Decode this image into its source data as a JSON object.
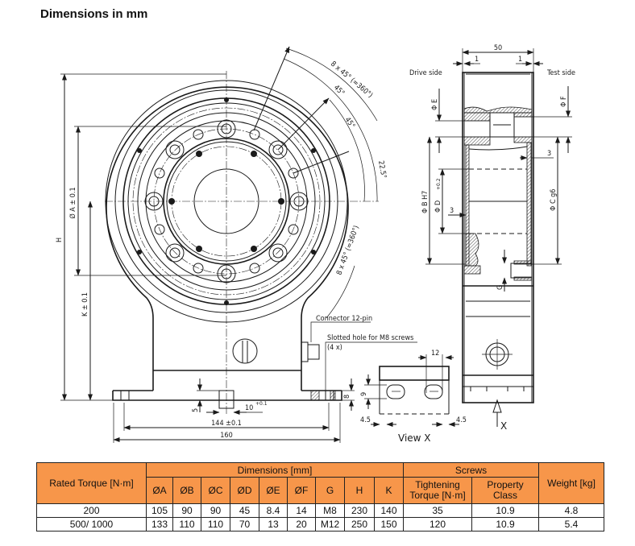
{
  "page_title": "Dimensions in mm",
  "drawing": {
    "front_view": {
      "labels": {
        "h": "H",
        "a": "Ø A ± 0.1",
        "k": "K ± 0.1",
        "angle_outer": "8 x 45° (=360°)",
        "angle_45a": "45°",
        "angle_45b": "45°",
        "angle_22": "22.5°",
        "angle_lower": "8 x 45° (=360°)",
        "connector": "Connector 12-pin",
        "slotted": "Slotted hole for M8 screws",
        "slotted_count": "(4 x)",
        "dim_144": "144 ±0.1",
        "dim_160": "160",
        "dim_10": "10",
        "dim_10_tol": "+0.1",
        "dim_5": "5",
        "dim_8": "8"
      }
    },
    "side_view": {
      "labels": {
        "width": "50",
        "left_gap": "1",
        "right_gap": "1",
        "drive_side": "Drive side",
        "test_side": "Test side",
        "e": "Φ E",
        "f": "Φ F",
        "b": "Φ B H7",
        "d": "Φ D",
        "d_tol": "+0.2",
        "c": "Φ C g6",
        "three_a": "3",
        "three_b": "3",
        "g": "G"
      }
    },
    "view_x": {
      "labels": {
        "title": "View X",
        "arrow": "X",
        "dim_12": "12",
        "dim_9": "9",
        "dim_45_left": "4.5",
        "dim_45_right": "4.5"
      }
    }
  },
  "table": {
    "headers": {
      "rated_torque": "Rated Torque [N·m]",
      "dimensions": "Dimensions [mm]",
      "screws": "Screws",
      "weight": "Weight [kg]",
      "dim_cols": [
        "ØA",
        "ØB",
        "ØC",
        "ØD",
        "ØE",
        "ØF",
        "G",
        "H",
        "K"
      ],
      "tightening": "Tightening Torque [N·m]",
      "property": "Property Class"
    },
    "rows": [
      {
        "torque": "200",
        "dims": [
          "105",
          "90",
          "90",
          "45",
          "8.4",
          "14",
          "M8",
          "230",
          "140"
        ],
        "tightening": "35",
        "property": "10.9",
        "weight": "4.8"
      },
      {
        "torque": "500/ 1000",
        "dims": [
          "133",
          "110",
          "110",
          "70",
          "13",
          "20",
          "M12",
          "250",
          "150"
        ],
        "tightening": "120",
        "property": "10.9",
        "weight": "5.4"
      }
    ]
  },
  "colors": {
    "header_fill": "#f7964a"
  }
}
